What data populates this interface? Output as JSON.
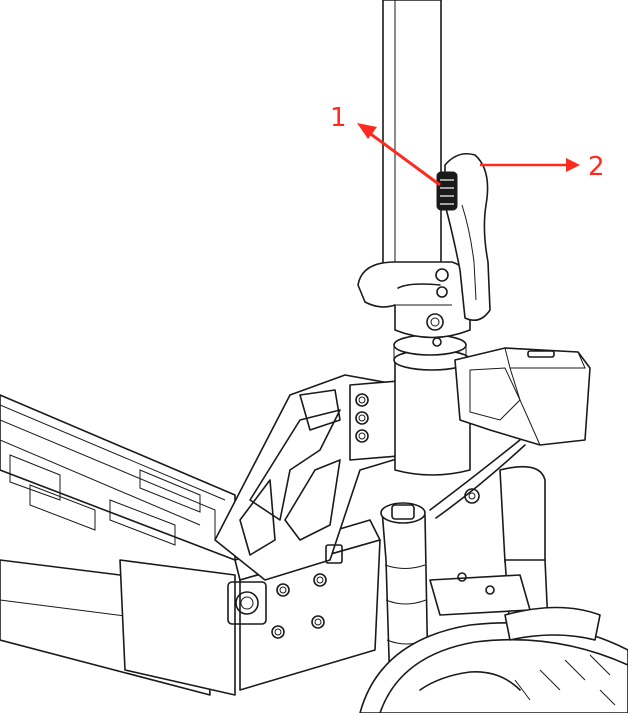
{
  "callouts": [
    {
      "label": "1"
    },
    {
      "label": "2"
    }
  ],
  "colors": {
    "callout": "#ff2a1f",
    "line": "#1a1a1a",
    "background": "#ffffff"
  },
  "icons": [
    "scooter-stem-folding-mechanism"
  ]
}
